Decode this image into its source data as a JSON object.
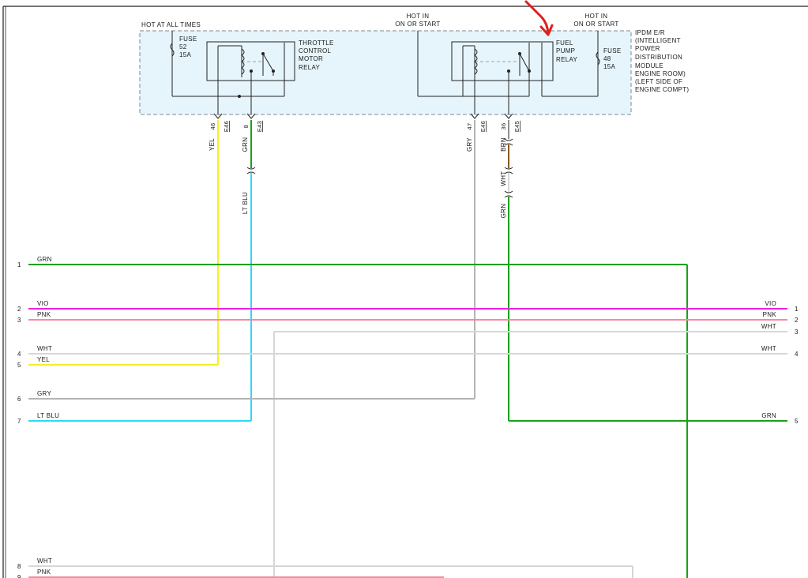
{
  "module": {
    "label_lines": [
      "IPDM E/R",
      "(INTELLIGENT",
      "POWER",
      "DISTRIBUTION",
      "MODULE",
      "ENGINE ROOM)",
      "(LEFT SIDE OF",
      "ENGINE COMPT)"
    ],
    "hot_all_times": "HOT AT ALL TIMES",
    "hot_in_1": [
      "HOT IN",
      "ON OR START"
    ],
    "hot_in_2": [
      "HOT IN",
      "ON OR START"
    ],
    "fuse_left": [
      "FUSE",
      "52",
      "15A"
    ],
    "fuse_right": [
      "FUSE",
      "48",
      "15A"
    ],
    "throttle_relay": [
      "THROTTLE",
      "CONTROL",
      "MOTOR",
      "RELAY"
    ],
    "fuel_pump_relay": [
      "FUEL",
      "PUMP",
      "RELAY"
    ]
  },
  "pins": [
    {
      "pin": "46",
      "connector": "E46",
      "color": "YEL"
    },
    {
      "pin": "8",
      "connector": "E43",
      "color": "GRN"
    },
    {
      "pin": "47",
      "connector": "E46",
      "color": "GRY"
    },
    {
      "pin": "36",
      "connector": "E45",
      "color": "BRN"
    }
  ],
  "splice_colors": {
    "throttle_after": "LT BLU",
    "fuel_mid": "WHT",
    "fuel_after": "GRN"
  },
  "left_rows": [
    {
      "num": "1",
      "color": "GRN"
    },
    {
      "num": "2",
      "color": "VIO"
    },
    {
      "num": "3",
      "color": "PNK"
    },
    {
      "num": "4",
      "color": "WHT"
    },
    {
      "num": "5",
      "color": "YEL"
    },
    {
      "num": "6",
      "color": "GRY"
    },
    {
      "num": "7",
      "color": "LT BLU"
    },
    {
      "num": "8",
      "color": "WHT"
    },
    {
      "num": "9",
      "color": "PNK"
    }
  ],
  "right_rows": [
    {
      "num": "1",
      "color": "VIO"
    },
    {
      "num": "2",
      "color": "PNK"
    },
    {
      "num": "3",
      "color": "WHT"
    },
    {
      "num": "4",
      "color": "WHT"
    },
    {
      "num": "5",
      "color": "GRN"
    }
  ],
  "wire_colors": {
    "grn": "#1aa01a",
    "vio": "#f020e0",
    "pnk": "#f48aa0",
    "wht": "#d6d6d6",
    "yel": "#f4f020",
    "gry": "#b4b4b4",
    "ltblu": "#30d8f0",
    "brn": "#8a5a1e",
    "module_fill": "#e6f5fc",
    "annotation": "#e02020"
  }
}
